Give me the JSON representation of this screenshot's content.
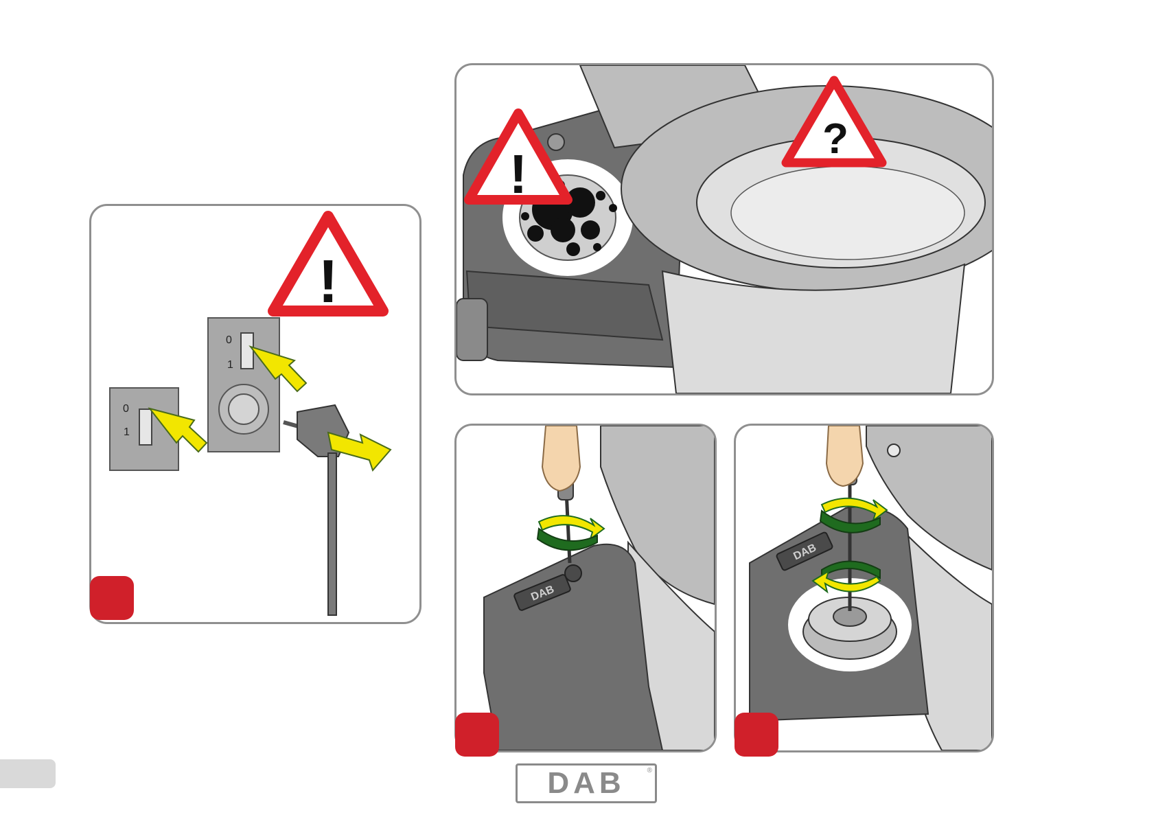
{
  "brand": {
    "logo_text": "DAB",
    "registered_mark": "®"
  },
  "panels": {
    "power": {
      "warning_symbol": "!",
      "switch_off_label": "0",
      "switch_on_label": "1"
    },
    "inspection": {
      "warning_symbol": "!",
      "question_symbol": "?"
    },
    "unscrew": {
      "icon": "rotate-arrow-icon"
    },
    "remove": {
      "icon": "rotate-arrow-icon"
    }
  },
  "colors": {
    "warning_red": "#e3222a",
    "badge_red": "#d0202a",
    "arrow_yellow": "#f2e600",
    "rotate_green": "#1f6b1f"
  }
}
